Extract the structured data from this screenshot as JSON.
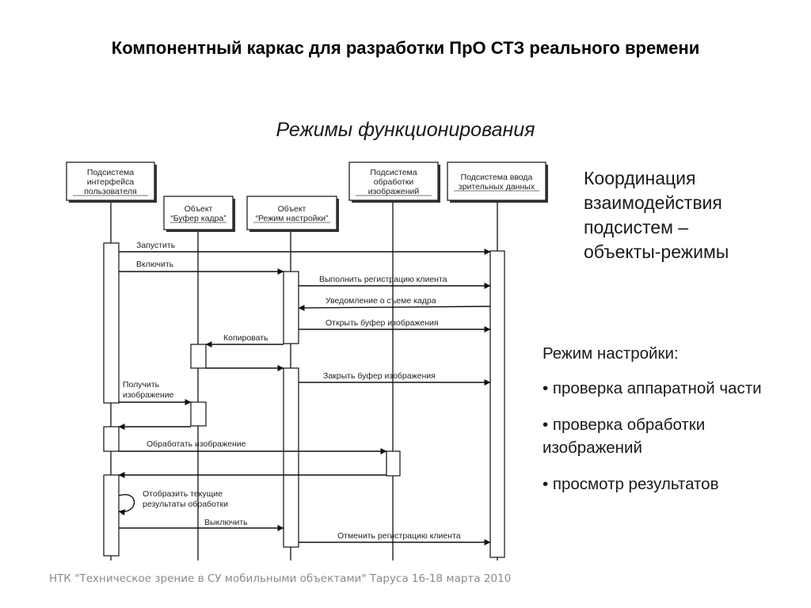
{
  "title": "Компонентный каркас для разработки ПрО СТЗ реального времени",
  "subtitle": "Режимы функционирования",
  "diagram": {
    "participants": [
      {
        "id": "ui",
        "lines": [
          "Подсистема",
          "интерфейса",
          "пользователя"
        ]
      },
      {
        "id": "buf",
        "lines": [
          "Объект",
          "“Буфер кадра”"
        ]
      },
      {
        "id": "mode",
        "lines": [
          "Объект",
          "“Режим настройки”"
        ]
      },
      {
        "id": "proc",
        "lines": [
          "Подсистема",
          "обработки",
          "изображений"
        ]
      },
      {
        "id": "input",
        "lines": [
          "Подсистема ввода",
          "зрительных данных"
        ]
      }
    ],
    "messages": [
      {
        "lines": [
          "Запустить"
        ]
      },
      {
        "lines": [
          "Включить"
        ]
      },
      {
        "lines": [
          "Выполнить регистрацию клиента"
        ]
      },
      {
        "lines": [
          "Уведомление о съеме кадра"
        ]
      },
      {
        "lines": [
          "Открыть буфер изображения"
        ]
      },
      {
        "lines": [
          "Копировать"
        ]
      },
      {
        "lines": [
          "Закрыть буфер изображения"
        ]
      },
      {
        "lines": [
          "Получить",
          "изображение"
        ]
      },
      {
        "lines": [
          "Обработать изображение"
        ]
      },
      {
        "lines": [
          "Отобразить текущие",
          "результаты обработки"
        ]
      },
      {
        "lines": [
          "Выключить"
        ]
      },
      {
        "lines": [
          "Отменить регистрацию клиента"
        ]
      }
    ]
  },
  "side_heading": [
    "Координация",
    "взаимодействия",
    "подсистем –",
    "объекты-режимы"
  ],
  "mode_block": {
    "title": "Режим настройки:",
    "items": [
      "• проверка аппаратной части",
      "• проверка обработки изображений",
      "• просмотр результатов"
    ]
  },
  "footer": "НТК \"Техническое зрение в СУ мобильными объектами\" Таруса 16-18 марта 2010"
}
